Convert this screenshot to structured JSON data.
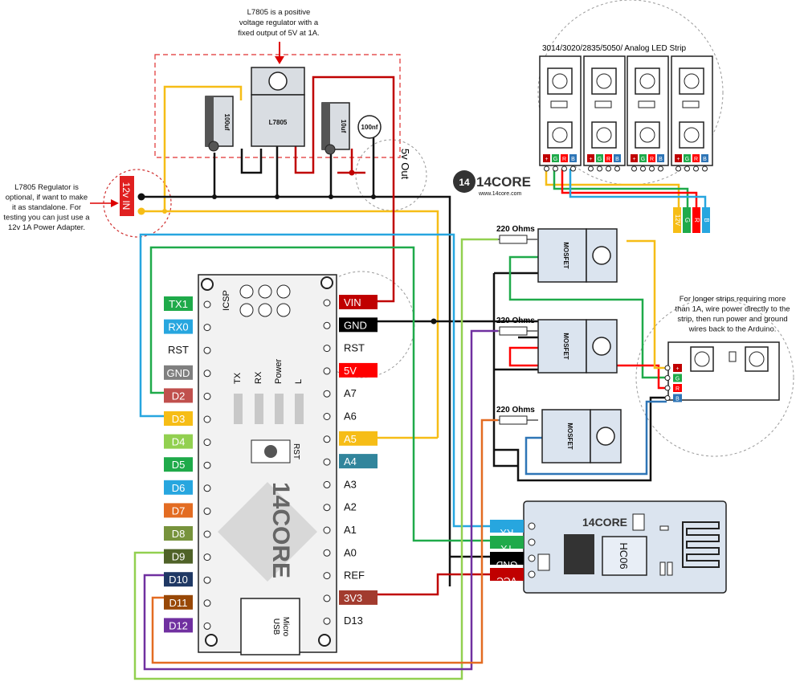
{
  "annotations": {
    "regulator_note": [
      "L7805 is a positive",
      "voltage regulator with a",
      "fixed output of 5V at 1A."
    ],
    "optional_note": [
      "L7805 Regulator is",
      "optional, if want to make",
      "it as standalone. For",
      "testing you can just use a",
      "12v 1A Power Adapter."
    ],
    "strip_note": [
      "For longer strips requiring more",
      "than 1A, wire power directly to the",
      "strip, then run power and ground",
      "wires back to the Arduino."
    ],
    "led_strip_title": "3014/3020/2835/5050/ Analog LED Strip"
  },
  "components": {
    "regulator": "L7805",
    "cap_left": "100uf",
    "cap_mid": "10uf",
    "cap_ceramic": "100nf",
    "power_in": "12v IN",
    "vout": "5v Out",
    "mosfet": "MOSFET",
    "resistor": "220 Ohms",
    "bt_module": "HC06",
    "usb": [
      "Micro",
      "USB"
    ],
    "icsp": "ICSP",
    "rst_button": "RST",
    "leds": [
      "TX",
      "RX",
      "Power",
      "L"
    ]
  },
  "arduino_left_pins": [
    {
      "label": "TX1",
      "color": "#1faa4a"
    },
    {
      "label": "RX0",
      "color": "#27a6df"
    },
    {
      "label": "RST",
      "color": ""
    },
    {
      "label": "GND",
      "color": "#7f7f7f"
    },
    {
      "label": "D2",
      "color": "#c0504d"
    },
    {
      "label": "D3",
      "color": "#f6bd16"
    },
    {
      "label": "D4",
      "color": "#92d050"
    },
    {
      "label": "D5",
      "color": "#1faa4a"
    },
    {
      "label": "D6",
      "color": "#27a6df"
    },
    {
      "label": "D7",
      "color": "#e36c22"
    },
    {
      "label": "D8",
      "color": "#77933c"
    },
    {
      "label": "D9",
      "color": "#4f6228"
    },
    {
      "label": "D10",
      "color": "#1f3864"
    },
    {
      "label": "D11",
      "color": "#984807"
    },
    {
      "label": "D12",
      "color": "#7030a0"
    }
  ],
  "arduino_right_pins": [
    {
      "label": "VIN",
      "color": "#c00000"
    },
    {
      "label": "GND",
      "color": "#000000"
    },
    {
      "label": "RST",
      "color": ""
    },
    {
      "label": "5V",
      "color": "#ff0000"
    },
    {
      "label": "A7",
      "color": ""
    },
    {
      "label": "A6",
      "color": ""
    },
    {
      "label": "A5",
      "color": "#f6bd16"
    },
    {
      "label": "A4",
      "color": "#31859c"
    },
    {
      "label": "A3",
      "color": ""
    },
    {
      "label": "A2",
      "color": ""
    },
    {
      "label": "A1",
      "color": ""
    },
    {
      "label": "A0",
      "color": ""
    },
    {
      "label": "REF",
      "color": ""
    },
    {
      "label": "3V3",
      "color": "#a23b2e"
    },
    {
      "label": "D13",
      "color": ""
    }
  ],
  "bt_pins": [
    {
      "label": "RX",
      "color": "#27a6df"
    },
    {
      "label": "TX",
      "color": "#1faa4a"
    },
    {
      "label": "GND",
      "color": "#000000"
    },
    {
      "label": "VCC",
      "color": "#c00000"
    }
  ],
  "strip_pins": [
    {
      "label": "+",
      "color": "#c00000"
    },
    {
      "label": "G",
      "color": "#1faa4a"
    },
    {
      "label": "R",
      "color": "#ff0000"
    },
    {
      "label": "B",
      "color": "#2e75b6"
    }
  ],
  "strip_tails": [
    {
      "label": "12V",
      "color": "#f6bd16"
    },
    {
      "label": "G",
      "color": "#1faa4a"
    },
    {
      "label": "R",
      "color": "#ff0000"
    },
    {
      "label": "B",
      "color": "#27a6df"
    }
  ],
  "logo": {
    "brand": "14CORE",
    "url": "www.14core.com"
  }
}
